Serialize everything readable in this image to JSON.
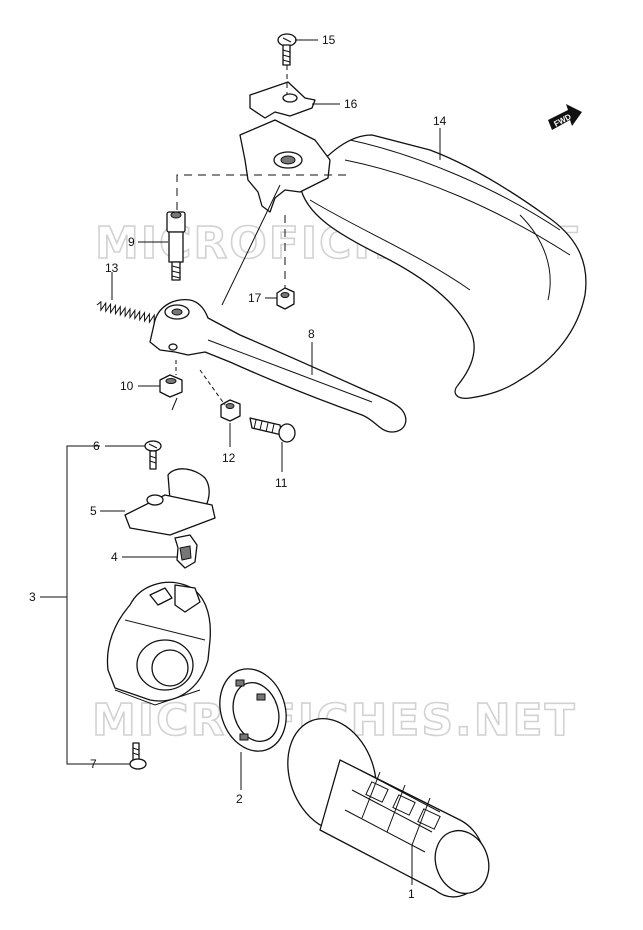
{
  "watermark": {
    "text": "MICROFICHES.NET"
  },
  "fwd_badge": {
    "text": "FWD"
  },
  "callouts": {
    "p1": "1",
    "p2": "2",
    "p3": "3",
    "p4": "4",
    "p5": "5",
    "p6": "6",
    "p7": "7",
    "p8": "8",
    "p9": "9",
    "p10": "10",
    "p11": "11",
    "p12": "12",
    "p13": "13",
    "p14": "14",
    "p15": "15",
    "p16": "16",
    "p17": "17"
  },
  "colors": {
    "line": "#111111",
    "watermark": "#d2d2d2",
    "background": "#ffffff"
  }
}
